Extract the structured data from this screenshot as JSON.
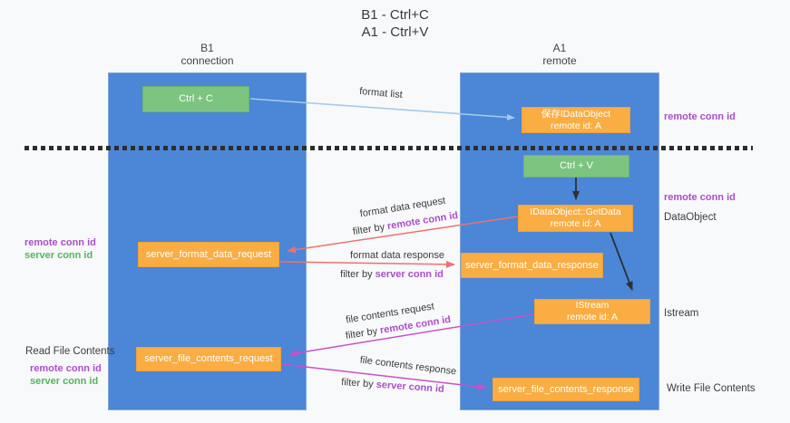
{
  "title": {
    "line1": "B1 - Ctrl+C",
    "line2": "A1 - Ctrl+V"
  },
  "columns": {
    "left": {
      "name": "B1",
      "role": "connection"
    },
    "right": {
      "name": "A1",
      "role": "remote"
    }
  },
  "nodes": {
    "ctrl_c": "Ctrl + C",
    "ctrl_v": "Ctrl + V",
    "save_dataobject": {
      "line1": "保存IDataObject",
      "line2": "remote id: A"
    },
    "getdata": {
      "line1": "IDataObject::GetData",
      "line2": "remote id: A"
    },
    "istream": {
      "line1": "IStream",
      "line2": "remote id: A"
    },
    "server_format_data_request": "server_format_data_request",
    "server_format_data_response": "server_format_data_response",
    "server_file_contents_request": "server_file_contents_request",
    "server_file_contents_response": "server_file_contents_response"
  },
  "edge_labels": {
    "format_list": "format list",
    "format_data_request": "format data request",
    "format_data_response": "format data response",
    "file_contents_request": "file contents request",
    "file_contents_response": "file contents response",
    "filter_by": "filter by",
    "remote_conn_id": "remote conn id",
    "server_conn_id": "server conn id"
  },
  "side_labels": {
    "remote_conn_id": "remote conn id",
    "server_conn_id": "server conn id",
    "data_object": "DataObject",
    "istream": "Istream",
    "read_file_contents": "Read File Contents",
    "write_file_contents": "Write File Contents"
  },
  "colors": {
    "column_blue": "#4B86D7",
    "box_orange": "#F9AD42",
    "box_green": "#7CC47F",
    "label_purple": "#A94FC9",
    "label_green": "#52B65A",
    "arrow_red": "#EC7272",
    "arrow_magenta": "#C653C8",
    "arrow_blue": "#A3CBEA",
    "arrow_black": "#303030"
  }
}
